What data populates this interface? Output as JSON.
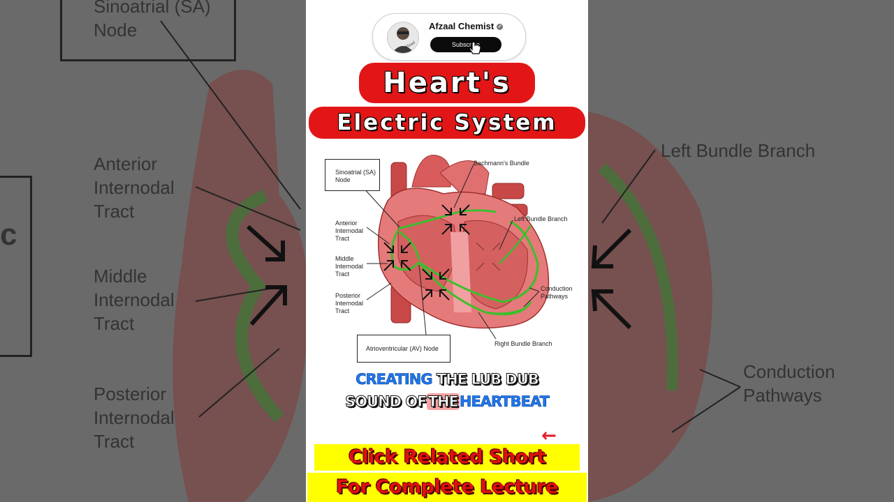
{
  "channel": {
    "name": "Afzaal Chemist",
    "avatar_text": "Afzaal",
    "subscribe_label": "Subscribe"
  },
  "title": {
    "line1": "Heart's",
    "line2": "Electric System"
  },
  "diagram_labels": {
    "sa_node": "Sinoatrial (SA)\nNode",
    "bachmann": "Bachmann's Bundle",
    "anterior": "Anterior\nInternodal\nTract",
    "middle": "Middle\nInternodal\nTract",
    "posterior": "Posterior\nInternodal\nTract",
    "left_bundle": "Left Bundle Branch",
    "conduction": "Conduction\nPathways",
    "right_bundle": "Right Bundle Branch",
    "av_node": "Atrioventricular (AV) Node"
  },
  "caption": {
    "word1": "CREATING",
    "word2": "THE LUB DUB",
    "word3": "SOUND OF",
    "word4": "THE",
    "word5": "HEARTBEAT"
  },
  "banner": {
    "line1": "Click Related Short",
    "line2": "For Complete Lecture"
  },
  "background": {
    "sa_node": "Sinoatrial (SA)\nNode",
    "anterior": "Anterior\nInternodal\nTract",
    "middle": "Middle\nInternodal\nTract",
    "posterior": "Posterior\nInternodal\nTract",
    "left_bundle": "Left Bundle Branch",
    "conduction": "Conduction\nPathways",
    "fragment_letter": "c"
  },
  "colors": {
    "title_red": "#e21617",
    "caption_blue": "#1e78f0",
    "banner_yellow": "#ffff00",
    "pathway_green": "#3cbf2c"
  }
}
